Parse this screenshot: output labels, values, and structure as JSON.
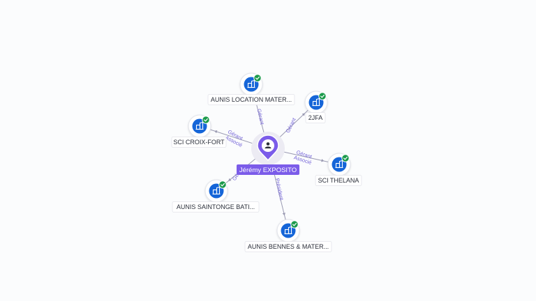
{
  "graph": {
    "center": {
      "name": "Jérémy EXPOSITO",
      "icon": "person-icon",
      "color": "#7b5ce9"
    },
    "company_icon": "building-icon",
    "status_icon": "check-badge-icon",
    "colors": {
      "company_fill": "#1565d8",
      "status_green": "#1b9a4b",
      "edge": "#9a9ab2",
      "edge_label": "#7565d8"
    },
    "companies": [
      {
        "id": "aunis-location",
        "name": "AUNIS LOCATION MATER...",
        "relation": [
          "Gérant"
        ]
      },
      {
        "id": "2jfa",
        "name": "2JFA",
        "relation": [
          "Gérant"
        ]
      },
      {
        "id": "sci-croix-fort",
        "name": "SCI CROIX-FORT",
        "relation": [
          "Gérant",
          "Associé"
        ]
      },
      {
        "id": "sci-thelana",
        "name": "SCI THELANA",
        "relation": [
          "Gérant",
          "Associé"
        ]
      },
      {
        "id": "aunis-saintonge",
        "name": "AUNIS SAINTONGE BATI...",
        "relation": [
          "Gérant"
        ]
      },
      {
        "id": "aunis-bennes",
        "name": "AUNIS BENNES & MATER...",
        "relation": [
          "Président"
        ]
      }
    ]
  }
}
